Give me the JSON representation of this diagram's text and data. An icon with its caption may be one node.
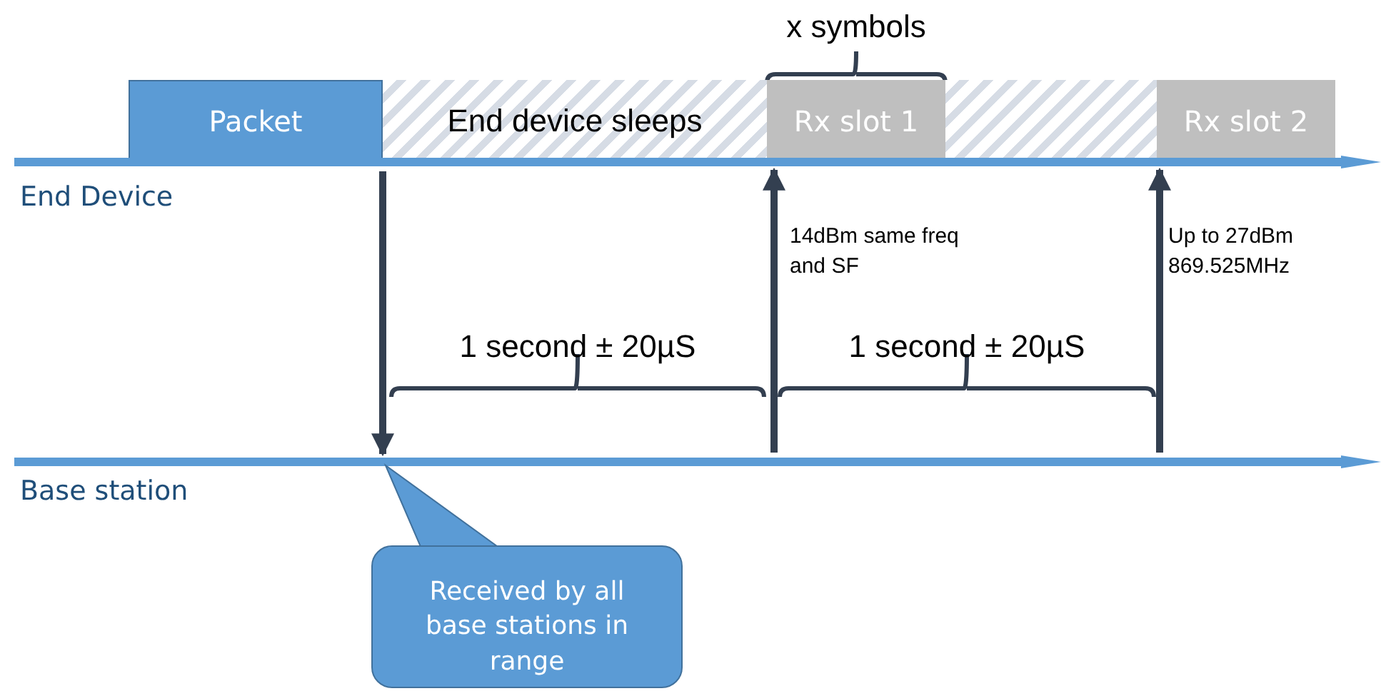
{
  "diagram": {
    "nodes": [
      {
        "text": [
          "Packet"
        ]
      },
      {
        "text": [
          "End device sleeps"
        ]
      },
      {
        "text": [
          "Rx slot 1"
        ]
      },
      {
        "text": [],
        "shape": "bar"
      },
      {
        "text": [
          "Rx slot 2"
        ]
      },
      {
        "text": [
          "End Device"
        ]
      },
      {
        "text": [
          "Base station"
        ]
      },
      {
        "text": [
          "Received by all base stations in range"
        ]
      }
    ],
    "edges": [
      {
        "from": 5,
        "to": 6,
        "arrow": "to"
      },
      {
        "from": 6,
        "to": 5,
        "arrow": "to",
        "label": "14dBm same freq and SF"
      },
      {
        "from": 6,
        "to": 5,
        "arrow": "to",
        "label": "Up to 27dBm 869.525MHz"
      }
    ],
    "labels": [
      "x symbols",
      "1 second ± 20µS",
      "1 second ± 20µS"
    ]
  }
}
